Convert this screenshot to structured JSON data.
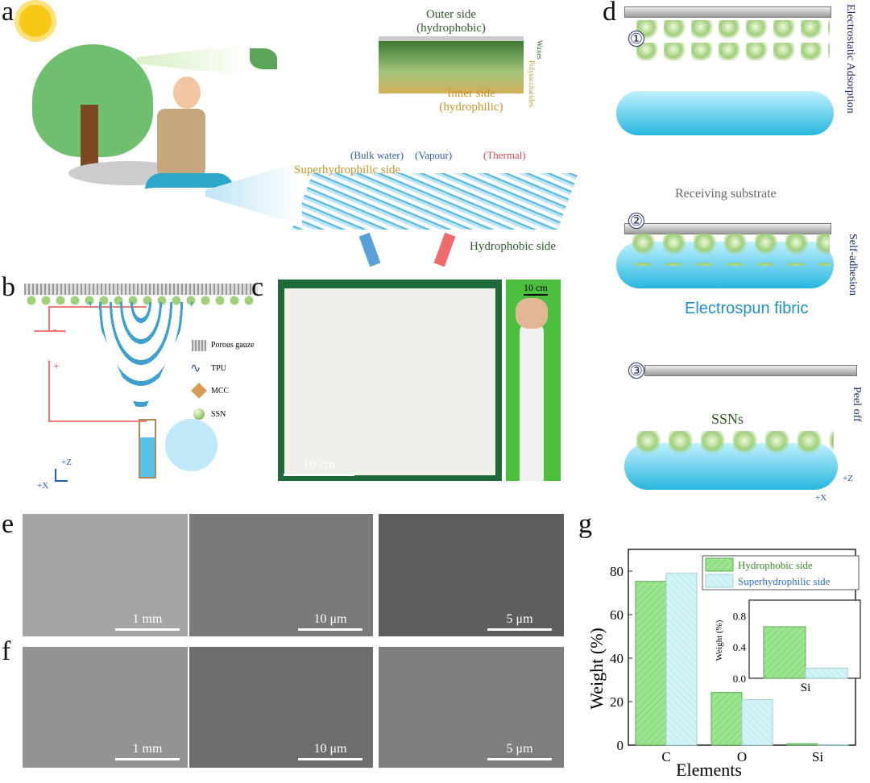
{
  "panel_labels": {
    "a": "a",
    "b": "b",
    "c": "c",
    "d": "d",
    "e": "e",
    "f": "f",
    "g": "g"
  },
  "panel_a": {
    "outer_side": "Outer side",
    "outer_side_sub": "(hydrophobic)",
    "inner_side": "Inner side",
    "inner_side_sub": "(hydrophilic)",
    "waxes": "Waxes",
    "polysaccharides": "Polysaccharides",
    "bulk_water": "(Bulk water)",
    "vapour": "(Vapour)",
    "thermal": "(Thermal)",
    "superhydrophilic_side": "Superhydrophilic side",
    "hydrophobic_side": "Hydrophobic side"
  },
  "panel_b": {
    "legend": [
      "Porous gauze",
      "TPU",
      "MCC",
      "SSN"
    ],
    "minus": "-",
    "plus": "+",
    "axis_z": "+Z",
    "axis_x": "+X"
  },
  "panel_c": {
    "scale_left": "10 cm",
    "scale_right": "10 cm"
  },
  "panel_d": {
    "step1": "①",
    "step2": "②",
    "step3": "③",
    "electrostatic_adsorption": "Electrostatic Adsorption",
    "receiving_substrate": "Receiving substrate",
    "self_adhesion": "Self-adhesion",
    "electrospun_fibric": "Electrospun fibric",
    "ssns": "SSNs",
    "peel_off": "Peel off",
    "axis_z": "+Z",
    "axis_x": "+X"
  },
  "panel_e": {
    "scales": [
      "1 mm",
      "10 μm",
      "5 μm"
    ]
  },
  "panel_f": {
    "scales": [
      "1 mm",
      "10 μm",
      "5 μm"
    ]
  },
  "colors": {
    "hydrophobic": "#9be58f",
    "superhydrophilic": "#c9f1f3",
    "fiber": "#3cc3e6"
  },
  "chart_data": {
    "type": "bar",
    "categories": [
      "C",
      "O",
      "Si"
    ],
    "series": [
      {
        "name": "Hydrophobic side",
        "values": [
          75.3,
          24.2,
          0.66
        ]
      },
      {
        "name": "Superhydrophilic side",
        "values": [
          79.0,
          20.9,
          0.13
        ]
      }
    ],
    "xlabel": "Elements",
    "ylabel": "Weight (%)",
    "ylim": [
      0,
      90
    ],
    "yticks": [
      0,
      20,
      40,
      60,
      80
    ],
    "legend": "top-right",
    "inset": {
      "categories": [
        "Si"
      ],
      "ylabel": "Weight (%)",
      "ylim": [
        0,
        1.0
      ],
      "yticks": [
        "0.0",
        "0.4",
        "0.8"
      ],
      "series": [
        {
          "name": "Hydrophobic side",
          "values": [
            0.66
          ]
        },
        {
          "name": "Superhydrophilic side",
          "values": [
            0.13
          ]
        }
      ]
    }
  }
}
